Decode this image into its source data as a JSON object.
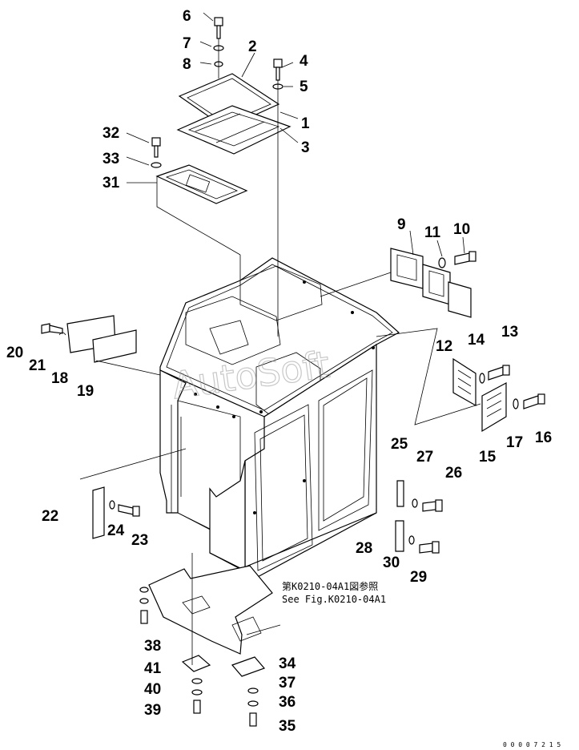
{
  "diagram": {
    "part_labels": [
      "1",
      "2",
      "3",
      "4",
      "5",
      "6",
      "7",
      "8",
      "9",
      "10",
      "11",
      "12",
      "13",
      "14",
      "15",
      "16",
      "17",
      "18",
      "19",
      "20",
      "21",
      "22",
      "23",
      "24",
      "25",
      "26",
      "27",
      "28",
      "29",
      "30",
      "31",
      "32",
      "33",
      "34",
      "35",
      "36",
      "37",
      "38",
      "39",
      "40",
      "41"
    ],
    "reference_note_jp": "第K0210-04A1図参照",
    "reference_note_en": "See Fig.K0210-04A1",
    "watermark": "AutoSoft",
    "corner_code": "0 0 0 0 7 2 1 5"
  }
}
